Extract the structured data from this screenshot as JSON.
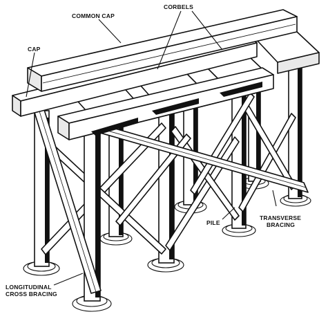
{
  "labels": {
    "common_cap": "COMMON CAP",
    "corbels": "CORBELS",
    "cap": "CAP",
    "pile": "PILE",
    "transverse_bracing_line1": "TRANSVERSE",
    "transverse_bracing_line2": "BRACING",
    "longitudinal_line1": "LONGITUDINAL",
    "longitudinal_line2": "CROSS BRACING"
  },
  "colors": {
    "ink": "#111111",
    "paper": "#ffffff"
  }
}
